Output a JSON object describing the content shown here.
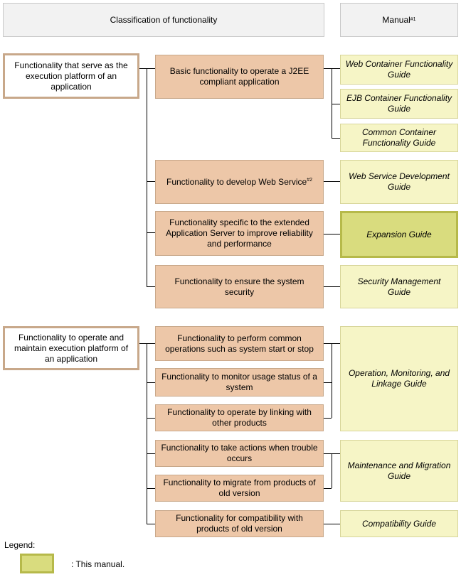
{
  "headers": {
    "classification": "Classification of functionality",
    "manual": "Manual",
    "manual_note": "#1"
  },
  "categories": [
    "Functionality that serve as the execution platform of an application",
    "Functionality to operate and maintain execution platform of an application"
  ],
  "functions": [
    "Basic functionality to operate a J2EE compliant application",
    "Functionality to develop Web Service",
    "Functionality specific to the extended Application Server to improve reliability and performance",
    "Functionality to ensure the system security",
    "Functionality to perform common operations such as system start or stop",
    "Functionality to monitor usage status of a system",
    "Functionality to operate by linking with other products",
    "Functionality to take actions when trouble occurs",
    "Functionality to migrate from products of old version",
    "Functionality for compatibility with products of old version"
  ],
  "function_notes": {
    "web_service": "#2"
  },
  "manuals": [
    "Web Container Functionality Guide",
    "EJB Container Functionality Guide",
    "Common Container Functionality Guide",
    "Web Service Development Guide",
    "Expansion Guide",
    "Security Management Guide",
    "Operation, Monitoring, and Linkage Guide",
    "Maintenance and Migration Guide",
    "Compatibility Guide"
  ],
  "legend": {
    "title": "Legend:",
    "text": ": This manual."
  },
  "colors": {
    "category_border": "#c8a88a",
    "function_fill": "#edc7a8",
    "manual_fill": "#f6f5c6",
    "this_manual_fill": "#d9dc7e",
    "this_manual_border": "#b6b94a"
  }
}
